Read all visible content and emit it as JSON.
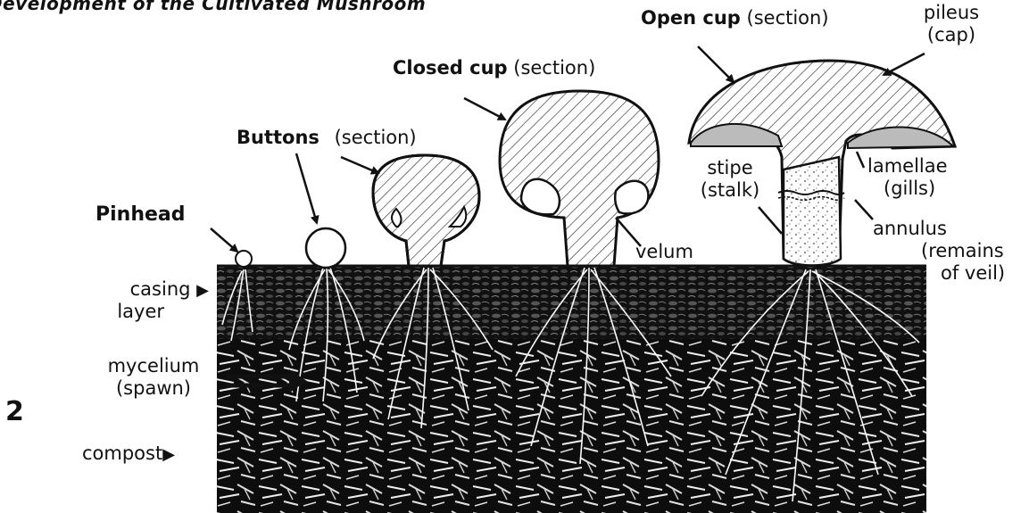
{
  "title": "Development of the Cultivated Mushroom",
  "figure_number": "2",
  "stages": {
    "pinhead": "Pinhead",
    "buttons": "Buttons",
    "buttons_note": "(section)",
    "closed_cup": "Closed cup",
    "closed_cup_note": "(section)",
    "open_cup": "Open cup",
    "open_cup_note": "(section)"
  },
  "parts": {
    "pileus_1": "pileus",
    "pileus_2": "(cap)",
    "stipe_1": "stipe",
    "stipe_2": "(stalk)",
    "lamellae_1": "lamellae",
    "lamellae_2": "(gills)",
    "annulus_1": "annulus",
    "annulus_2": "(remains",
    "annulus_3": "of veil)",
    "velum": "velum"
  },
  "layers": {
    "casing_1": "casing",
    "casing_2": "layer",
    "mycelium_1": "mycelium",
    "mycelium_2": "(spawn)",
    "compost": "compost"
  },
  "colors": {
    "ink": "#111111",
    "paper": "#ffffff"
  }
}
